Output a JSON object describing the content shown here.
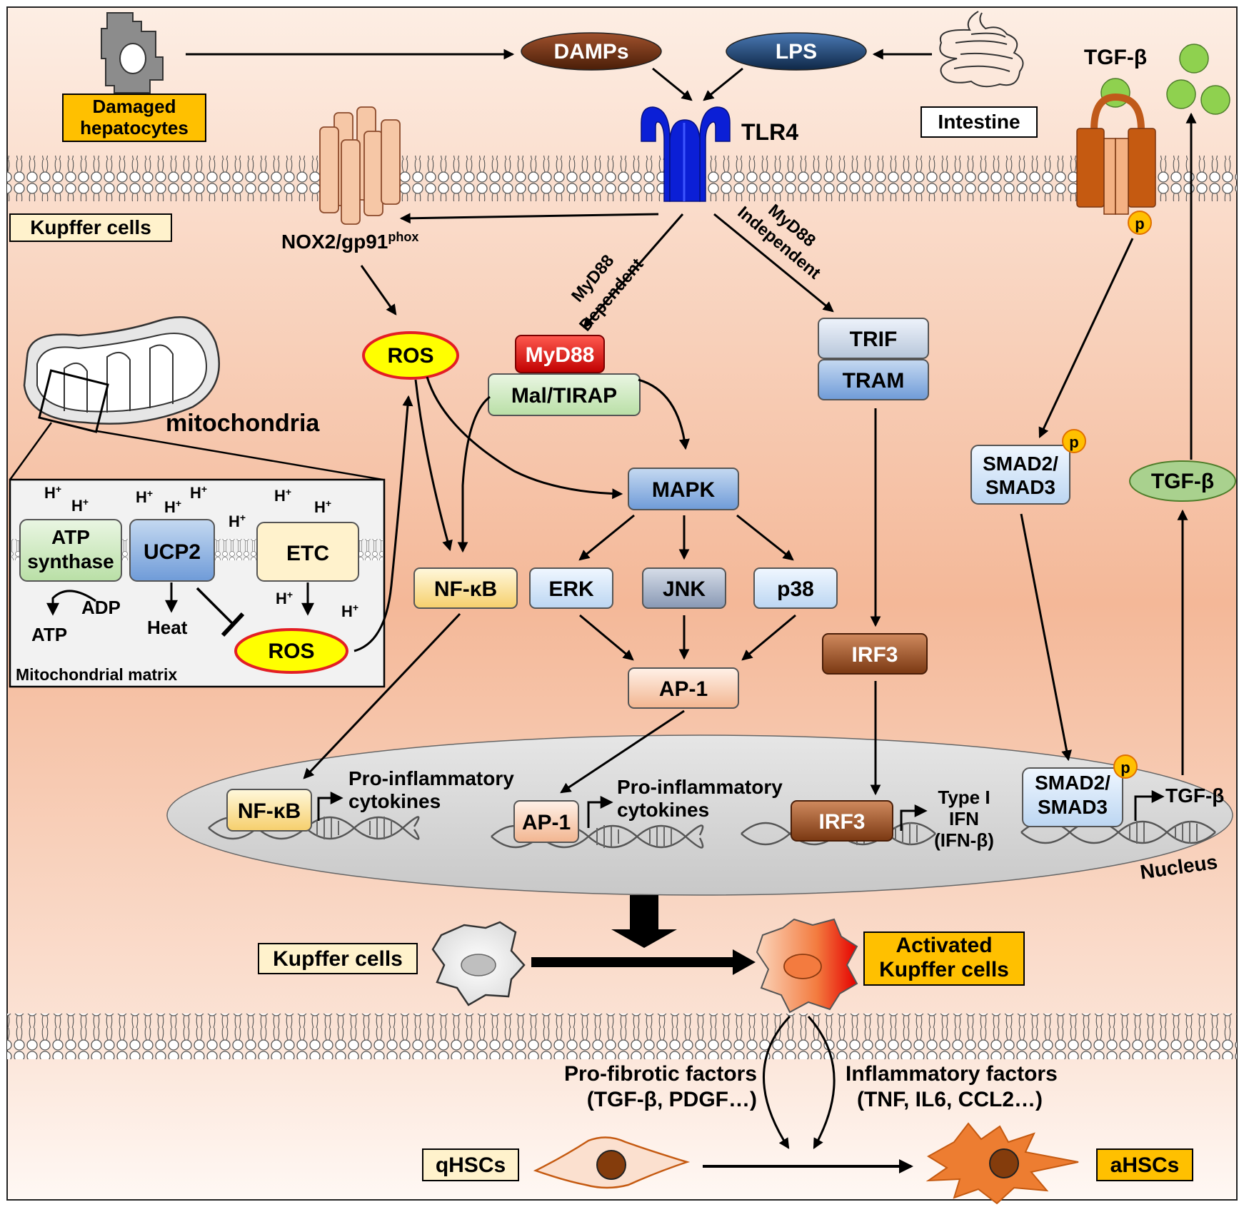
{
  "labels": {
    "damaged_hepatocytes": [
      "Damaged",
      "hepatocytes"
    ],
    "damps": "DAMPs",
    "lps": "LPS",
    "intestine": "Intestine",
    "tlr4": "TLR4",
    "tgfb_top": "TGF-β",
    "p": "p",
    "kupffer_cells_top": "Kupffer cells",
    "nox2": "NOX2/gp91",
    "nox2_sup": "phox",
    "myd88_dependent": [
      "MyD88",
      "Dependent"
    ],
    "myd88_independent": [
      "MyD88",
      "Independent"
    ],
    "ros_top": "ROS",
    "myd88": "MyD88",
    "mal_tirap": "Mal/TIRAP",
    "trif": "TRIF",
    "tram": "TRAM",
    "mitochondria": "mitochondria",
    "h_plus": "H",
    "h_sup": "+",
    "atp_synthase": [
      "ATP",
      "synthase"
    ],
    "ucp2": "UCP2",
    "etc": "ETC",
    "adp": "ADP",
    "atp": "ATP",
    "heat": "Heat",
    "ros_matrix": "ROS",
    "mitochondrial_matrix": "Mitochondrial matrix",
    "mapk": "MAPK",
    "nfkb": "NF-κB",
    "erk": "ERK",
    "jnk": "JNK",
    "p38": "p38",
    "ap1": "AP-1",
    "irf3": "IRF3",
    "smad_cyto": [
      "SMAD2/",
      "SMAD3"
    ],
    "tgfb_mid": "TGF-β",
    "nfkb_nuc": "NF-κB",
    "proinflam_1": [
      "Pro-inflammatory",
      "cytokines"
    ],
    "ap1_nuc": "AP-1",
    "proinflam_2": [
      "Pro-inflammatory",
      "cytokines"
    ],
    "irf3_nuc": "IRF3",
    "type1_ifn": [
      "Type I",
      "IFN",
      "(IFN-β)"
    ],
    "smad_nuc": [
      "SMAD2/",
      "SMAD3"
    ],
    "tgfb_nuc": "TGF-β",
    "nucleus": "Nucleus",
    "kupffer_cells_bottom": "Kupffer cells",
    "activated_kupffer": [
      "Activated",
      "Kupffer cells"
    ],
    "profibrotic": [
      "Pro-fibrotic factors",
      "(TGF-β, PDGF…)"
    ],
    "inflammatory": [
      "Inflammatory factors",
      "(TNF, IL6, CCL2…)"
    ],
    "qhscs": "qHSCs",
    "ahscs": "aHSCs"
  },
  "colors": {
    "label_box_yellow": "#ffc000",
    "label_box_cream": "#fff2cc",
    "myd88_red": "#e31e24",
    "tlr4_blue": "#0b1fd6",
    "damps_brown": "#6e2e0f",
    "lps_navy": "#17375e",
    "tgfb_green": "#8fd14f",
    "irf3_brown": "#9c4e22",
    "ahsc_orange": "#ed7d31"
  }
}
